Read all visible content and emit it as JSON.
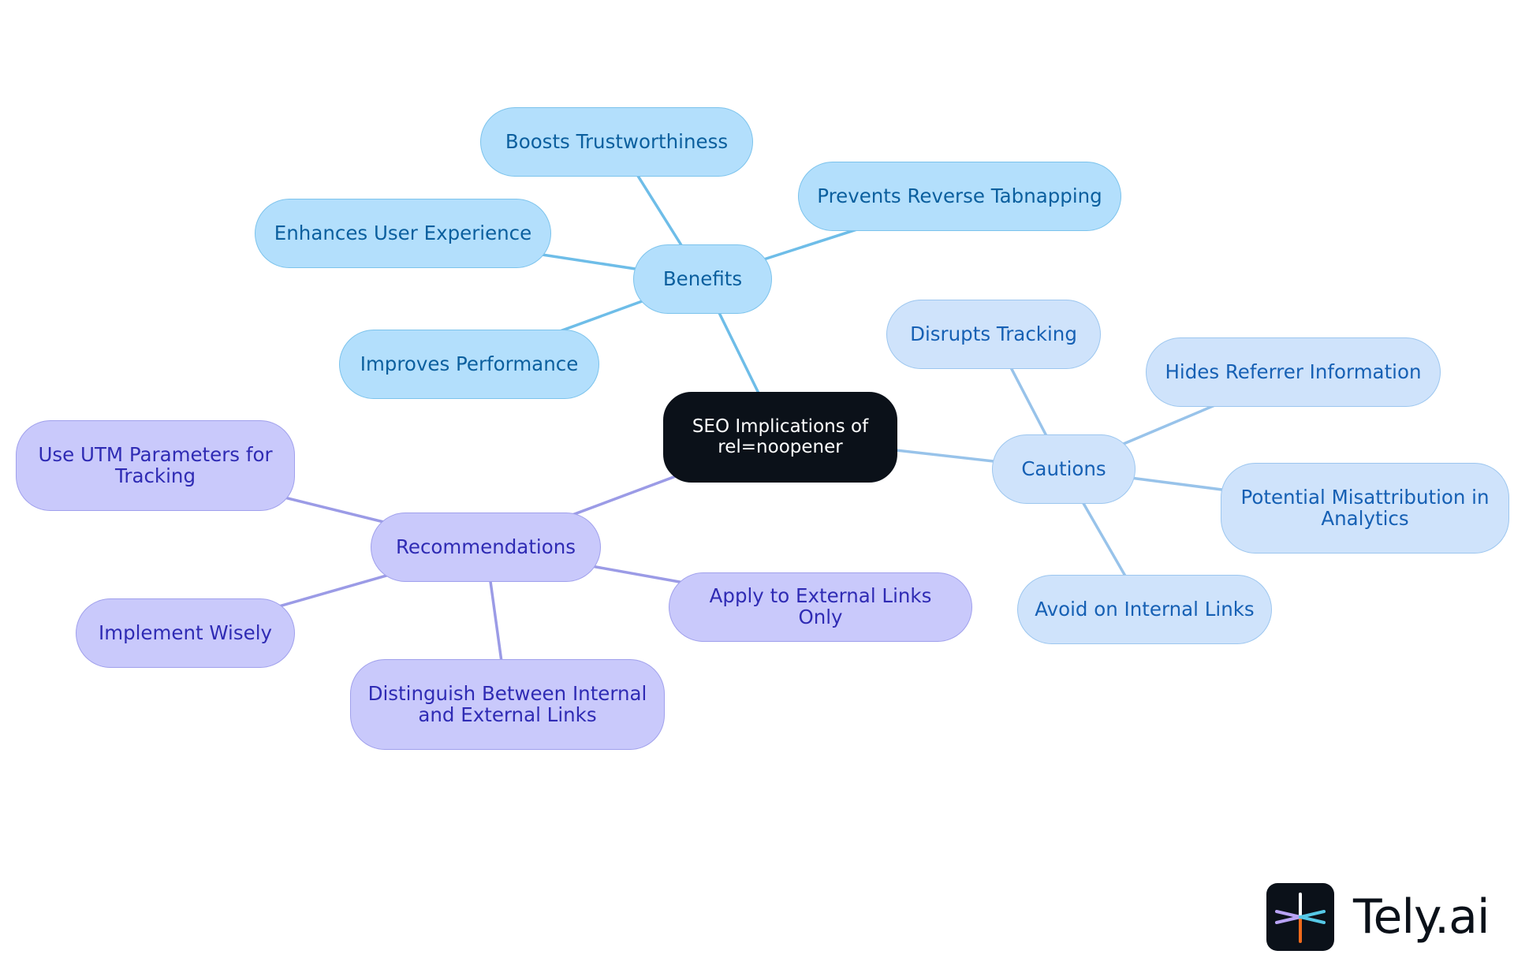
{
  "diagram": {
    "root": {
      "id": "root",
      "label": "SEO Implications of rel=noopener"
    },
    "branches": [
      {
        "id": "benefits",
        "label": "Benefits",
        "colors": {
          "fill": "#b3dffc",
          "stroke": "#7cc3ec",
          "text": "#0b5f9e",
          "edge": "#6ebde8"
        },
        "children": [
          {
            "id": "boosts-trust",
            "label": "Boosts Trustworthiness"
          },
          {
            "id": "prevents-tabnapping",
            "label": "Prevents Reverse Tabnapping"
          },
          {
            "id": "enhances-ux",
            "label": "Enhances User Experience"
          },
          {
            "id": "improves-perf",
            "label": "Improves Performance"
          }
        ]
      },
      {
        "id": "cautions",
        "label": "Cautions",
        "colors": {
          "fill": "#cfe3fb",
          "stroke": "#9cc6ef",
          "text": "#1660b4",
          "edge": "#98c3ea"
        },
        "children": [
          {
            "id": "disrupts-tracking",
            "label": "Disrupts Tracking"
          },
          {
            "id": "hides-referrer",
            "label": "Hides Referrer Information"
          },
          {
            "id": "misattribution",
            "label": "Potential Misattribution in Analytics"
          },
          {
            "id": "avoid-internal",
            "label": "Avoid on Internal Links"
          }
        ]
      },
      {
        "id": "recommendations",
        "label": "Recommendations",
        "colors": {
          "fill": "#c9c9fb",
          "stroke": "#a0a0ec",
          "text": "#2f2bb4",
          "edge": "#9b9be6"
        },
        "children": [
          {
            "id": "use-utm",
            "label": "Use UTM Parameters for Tracking"
          },
          {
            "id": "implement-wisely",
            "label": "Implement Wisely"
          },
          {
            "id": "distinguish-links",
            "label": "Distinguish Between Internal and External Links"
          },
          {
            "id": "apply-external",
            "label": "Apply to External Links Only"
          }
        ]
      }
    ],
    "root_edge_colors": {
      "benefits": "#6ebde8",
      "cautions": "#98c3ea",
      "recommendations": "#9b9be6"
    }
  },
  "logo": {
    "text": "Tely.ai",
    "mark_colors": {
      "bg": "#0b1119",
      "purple": "#b9a3f5",
      "teal": "#56c8e6",
      "white": "#ffffff",
      "orange": "#f26a1b"
    }
  }
}
